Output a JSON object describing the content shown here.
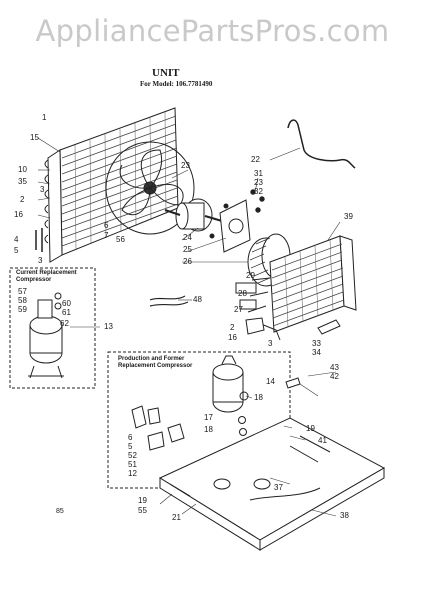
{
  "watermark": "AppliancePartsPros.com",
  "header": {
    "title": "UNIT",
    "model": "For Model: 106.7781490"
  },
  "boxes": {
    "current": "Current Replacement\nCompressor",
    "production": "Production and Former\nReplacement Compressor"
  },
  "page_number": "85",
  "part_numbers": [
    "1",
    "15",
    "10",
    "35",
    "3",
    "2",
    "16",
    "4",
    "5",
    "3",
    "23",
    "6",
    "7",
    "56",
    "22",
    "31",
    "23",
    "32",
    "24",
    "25",
    "26",
    "39",
    "57",
    "58",
    "59",
    "60",
    "61",
    "62",
    "13",
    "48",
    "29",
    "28",
    "27",
    "2",
    "16",
    "3",
    "33",
    "34",
    "43",
    "42",
    "14",
    "18",
    "17",
    "18",
    "19",
    "41",
    "6",
    "5",
    "52",
    "51",
    "12",
    "37",
    "19",
    "55",
    "21",
    "38"
  ]
}
